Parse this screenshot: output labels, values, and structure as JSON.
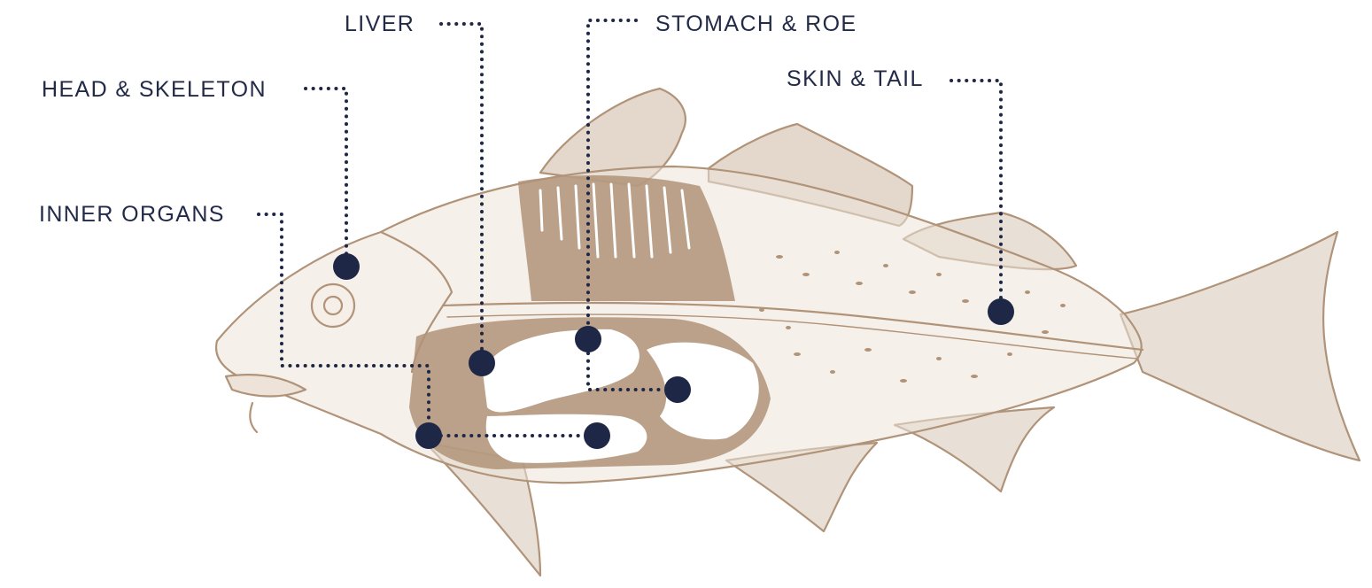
{
  "colors": {
    "accent": "#1f2746",
    "fish": "#b09378",
    "fish_light": "#c8b29d",
    "background": "#ffffff"
  },
  "labels": {
    "liver": "LIVER",
    "stomach_roe": "STOMACH & ROE",
    "head_skeleton": "HEAD & SKELETON",
    "skin_tail": "SKIN & TAIL",
    "inner_organs": "INNER ORGANS"
  }
}
